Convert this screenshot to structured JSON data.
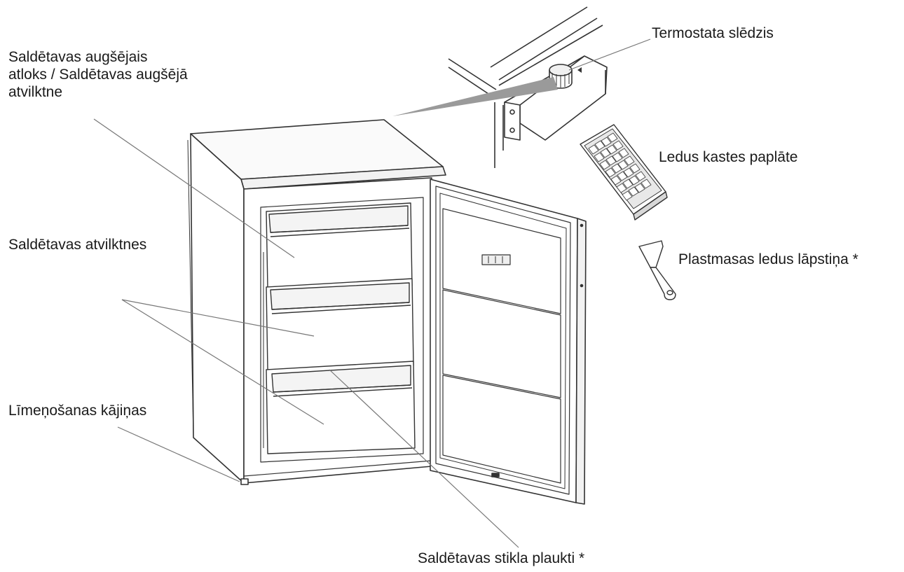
{
  "labels": {
    "top_flange": [
      "Saldētavas augšējais",
      "atloks / Saldētavas augšējā",
      "atvilktne"
    ],
    "thermostat": "Termostata slēdzis",
    "ice_tray": "Ledus kastes paplāte",
    "drawers": "Saldētavas atvilktnes",
    "ice_scraper": "Plastmasas ledus lāpstiņa *",
    "leveling_feet": "Līmeņošanas kājiņas",
    "glass_shelves": "Saldētavas stikla plaukti *"
  },
  "colors": {
    "line": "#333333",
    "leader": "#777777",
    "text": "#1a1a1a"
  }
}
